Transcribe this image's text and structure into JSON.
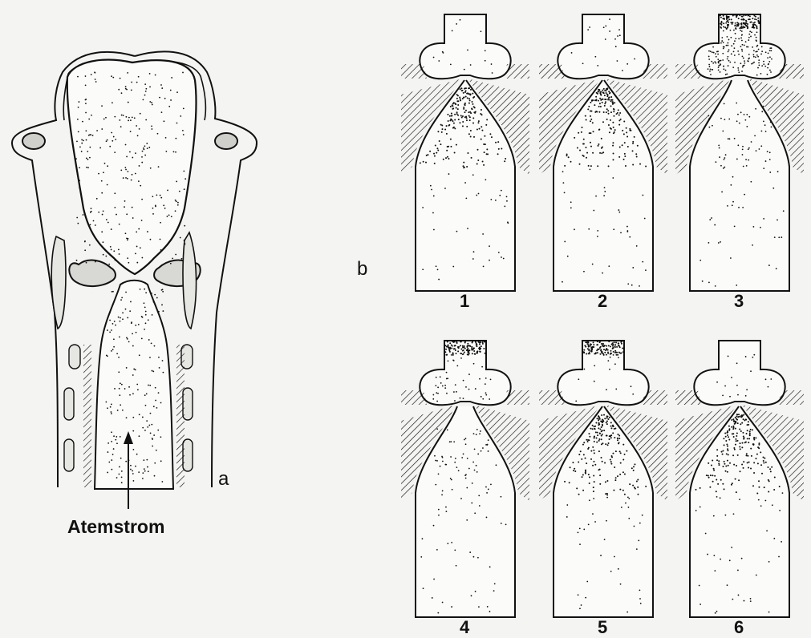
{
  "panel_a": {
    "letter": "a",
    "arrow_label": "Atemstrom"
  },
  "panel_b": {
    "letter": "b",
    "phases": [
      {
        "number": "1",
        "upper_fill": "low",
        "upper_top_dark": false,
        "glottis": "closed",
        "lower_dark": "top"
      },
      {
        "number": "2",
        "upper_fill": "low",
        "upper_top_dark": false,
        "glottis": "closed",
        "lower_dark": "top"
      },
      {
        "number": "3",
        "upper_fill": "dark",
        "upper_top_dark": true,
        "glottis": "open",
        "lower_dark": "none"
      },
      {
        "number": "4",
        "upper_fill": "medium",
        "upper_top_dark": true,
        "glottis": "open",
        "lower_dark": "none"
      },
      {
        "number": "5",
        "upper_fill": "low",
        "upper_top_dark": true,
        "glottis": "closed",
        "lower_dark": "top"
      },
      {
        "number": "6",
        "upper_fill": "low",
        "upper_top_dark": false,
        "glottis": "closed",
        "lower_dark": "top"
      }
    ]
  },
  "colors": {
    "ink": "#111111",
    "paper": "#f4f4f2"
  }
}
